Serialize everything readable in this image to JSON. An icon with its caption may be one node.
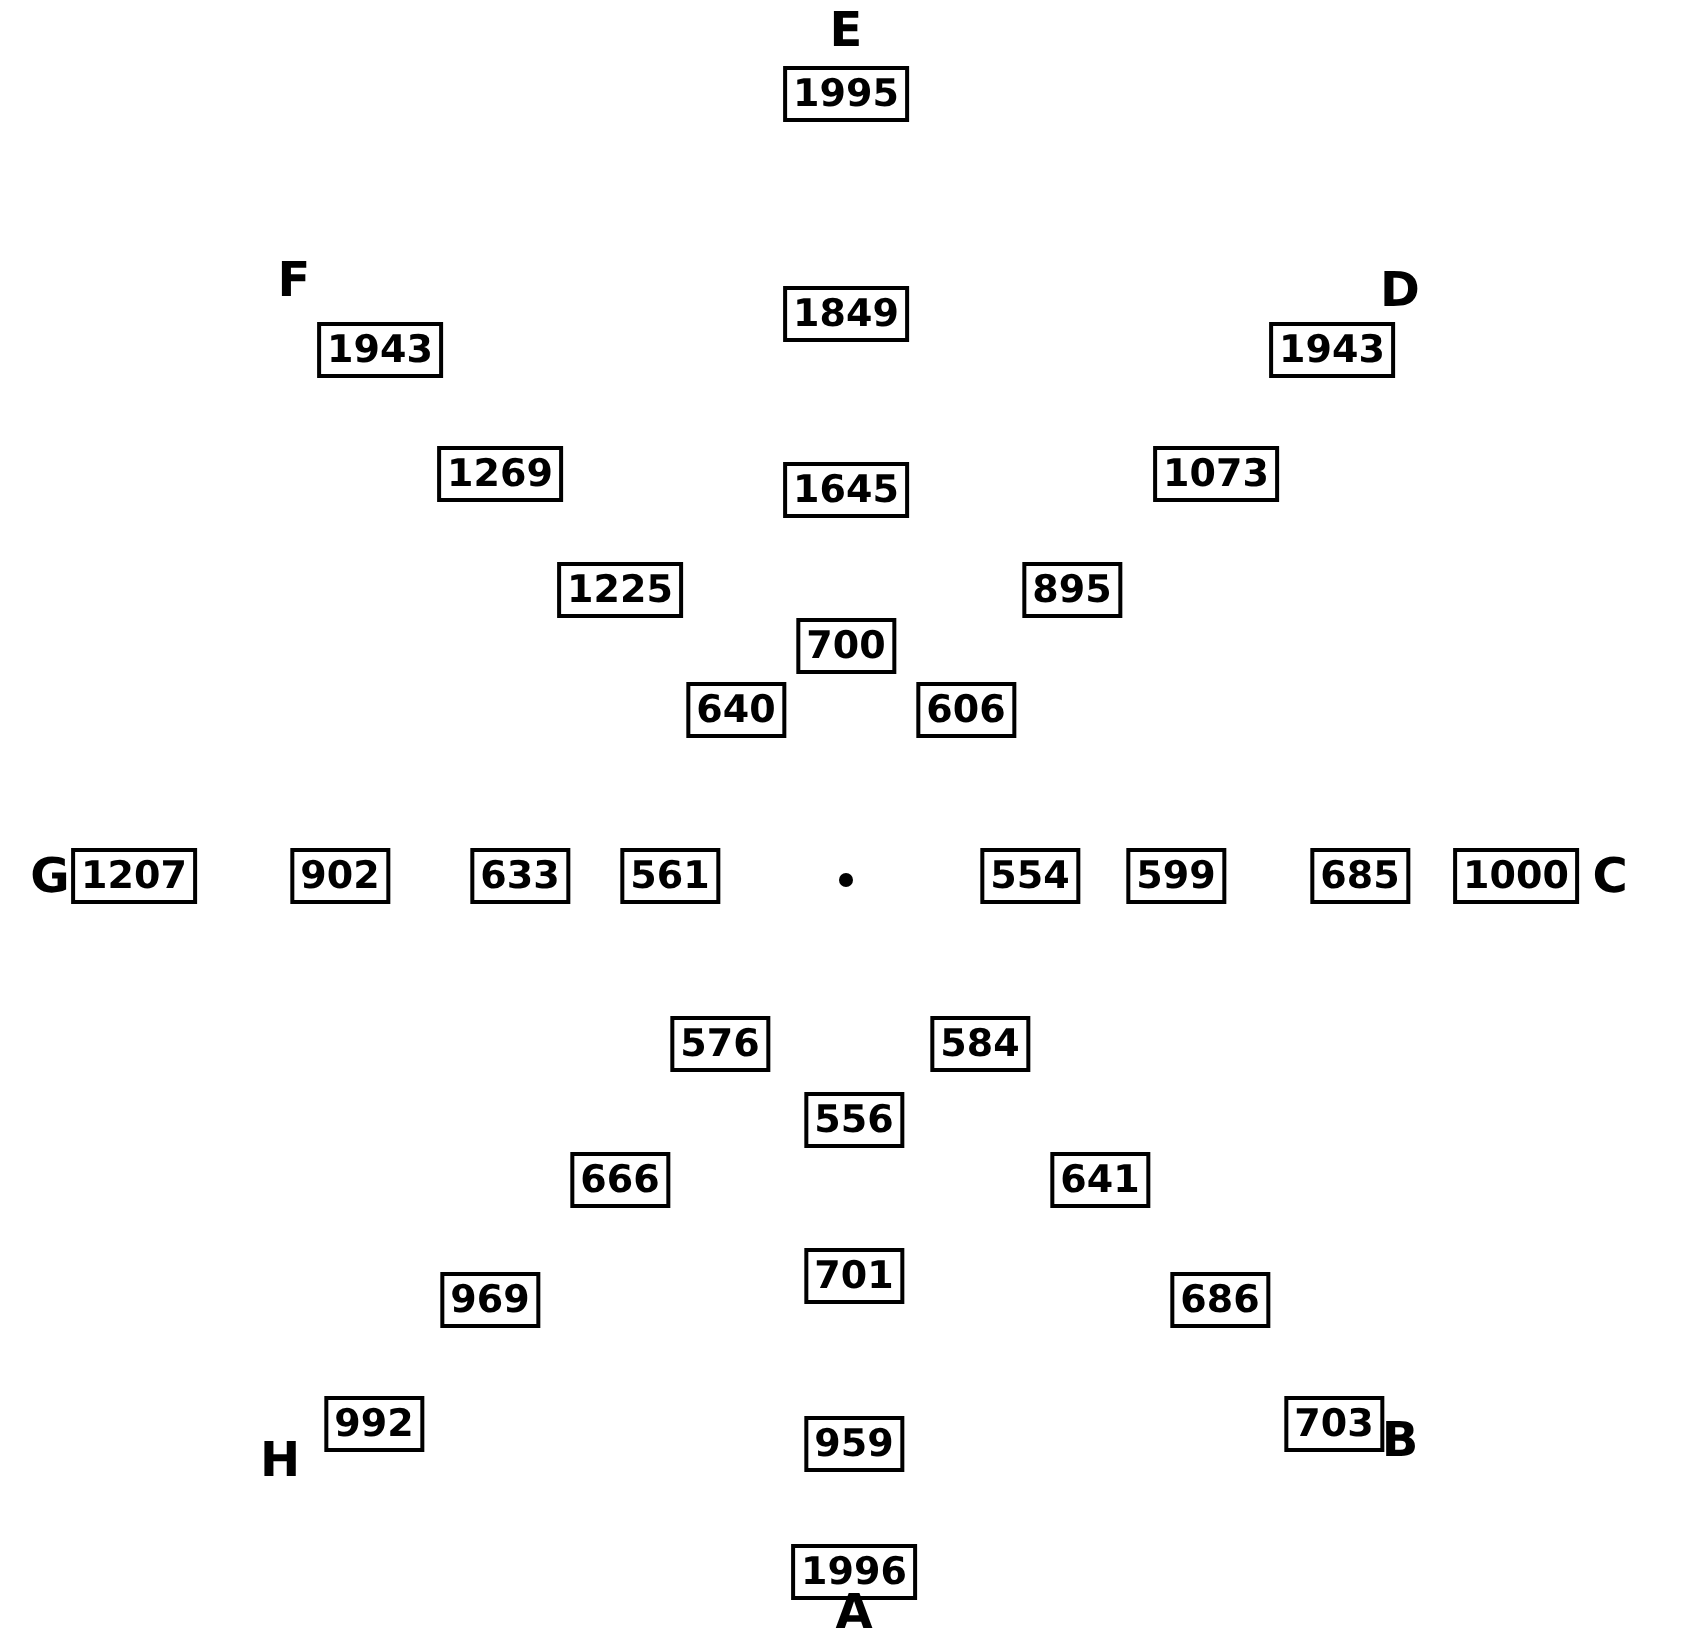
{
  "diagram": {
    "nodes": [
      {
        "text": [
          "1995"
        ]
      },
      {
        "text": [
          "1849"
        ]
      },
      {
        "text": [
          "1943"
        ]
      },
      {
        "text": [
          "1943"
        ]
      },
      {
        "text": [
          "1269"
        ]
      },
      {
        "text": [
          "1073"
        ]
      },
      {
        "text": [
          "1645"
        ]
      },
      {
        "text": [
          "1225"
        ]
      },
      {
        "text": [
          "895"
        ]
      },
      {
        "text": [
          "700"
        ]
      },
      {
        "text": [
          "640"
        ]
      },
      {
        "text": [
          "606"
        ]
      },
      {
        "text": [
          "1207"
        ]
      },
      {
        "text": [
          "902"
        ]
      },
      {
        "text": [
          "633"
        ]
      },
      {
        "text": [
          "561"
        ]
      },
      {
        "text": [
          "554"
        ]
      },
      {
        "text": [
          "599"
        ]
      },
      {
        "text": [
          "685"
        ]
      },
      {
        "text": [
          "1000"
        ]
      },
      {
        "text": [
          "576"
        ]
      },
      {
        "text": [
          "584"
        ]
      },
      {
        "text": [
          "556"
        ]
      },
      {
        "text": [
          "666"
        ]
      },
      {
        "text": [
          "641"
        ]
      },
      {
        "text": [
          "701"
        ]
      },
      {
        "text": [
          "969"
        ]
      },
      {
        "text": [
          "686"
        ]
      },
      {
        "text": [
          "992"
        ]
      },
      {
        "text": [
          "703"
        ]
      },
      {
        "text": [
          "959"
        ]
      },
      {
        "text": [
          "1996"
        ]
      }
    ],
    "labels": [
      "E",
      "F",
      "D",
      "G",
      "C",
      "H",
      "B",
      "A"
    ]
  }
}
